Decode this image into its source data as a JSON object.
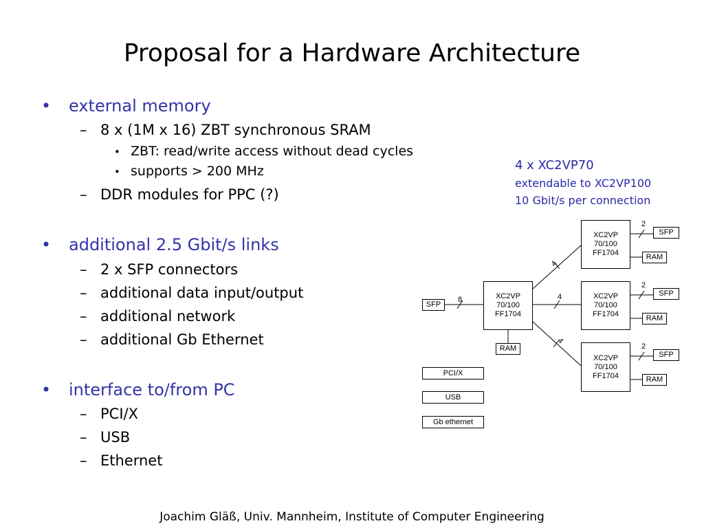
{
  "slide": {
    "title": "Proposal for a Hardware Architecture",
    "footer": "Joachim Gläß, Univ. Mannheim, Institute of Computer Engineering"
  },
  "bullets": {
    "l1_mark": "•",
    "l2_mark": "–",
    "l3_mark": "•",
    "memory": {
      "label": "external memory",
      "sram": "8 x (1M x 16) ZBT synchronous SRAM",
      "zbt": "ZBT: read/write access without dead cycles",
      "mhz": "supports > 200 MHz",
      "ddr": "DDR modules for PPC (?)"
    },
    "links": {
      "label": "additional 2.5 Gbit/s links",
      "sfp": "2 x SFP connectors",
      "data": "additional data input/output",
      "network": "additional network",
      "ethernet": "additional Gb Ethernet"
    },
    "pc": {
      "label": "interface to/from PC",
      "pcix": "PCI/X",
      "usb": "USB",
      "ethernet": "Ethernet"
    }
  },
  "info": {
    "main": "4 x XC2VP70",
    "extend": "extendable to XC2VP100",
    "rate": "10 Gbit/s per connection"
  },
  "diagram": {
    "chip": {
      "line1": "XC2VP",
      "line2": "70/100",
      "line3": "FF1704"
    },
    "sfp": "SFP",
    "ram": "RAM",
    "pcix": "PCI/X",
    "usb": "USB",
    "gbe": "Gb ethernet",
    "bus8": "8",
    "bus4": "4",
    "bus2": "2"
  },
  "colors": {
    "accent": "#3333aa",
    "info": "#2a2aa8",
    "text": "#000000",
    "background": "#ffffff"
  }
}
